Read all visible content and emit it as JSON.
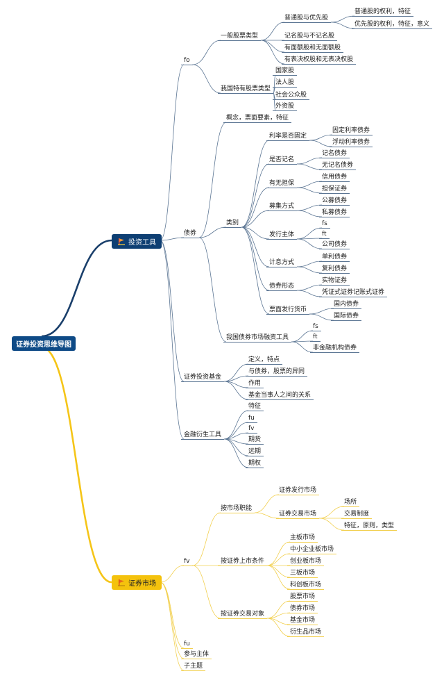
{
  "colors": {
    "blue": "#1a3f6b",
    "yellow": "#f5c518",
    "blue_line": "#5b7593",
    "yellow_line": "#f2d050"
  },
  "root": {
    "label": "证券投资思维导图"
  },
  "branches": [
    {
      "label": "投资工具",
      "color": "blue",
      "icon": "flag-icon",
      "children": [
        {
          "label": "fo",
          "children": [
            {
              "label": "一般股票类型",
              "children": [
                {
                  "label": "普通股与优先股",
                  "children": [
                    {
                      "label": "普通股的权利，特征"
                    },
                    {
                      "label": "优先股的权利，特征，意义"
                    }
                  ]
                },
                {
                  "label": "记名股与不记名股"
                },
                {
                  "label": "有面额股和无面额股"
                },
                {
                  "label": "有表决权股和无表决权股"
                }
              ]
            },
            {
              "label": "我国特有股票类型",
              "children": [
                {
                  "label": "国家股"
                },
                {
                  "label": "法人股"
                },
                {
                  "label": "社会公众股"
                },
                {
                  "label": "外资股"
                }
              ]
            }
          ]
        },
        {
          "label": "债券",
          "children": [
            {
              "label": "概念，票面要素，特征"
            },
            {
              "label": "类别",
              "children": [
                {
                  "label": "利率是否固定",
                  "children": [
                    {
                      "label": "固定利率债券"
                    },
                    {
                      "label": "浮动利率债券"
                    }
                  ]
                },
                {
                  "label": "是否记名",
                  "children": [
                    {
                      "label": "记名债券"
                    },
                    {
                      "label": "无记名债券"
                    }
                  ]
                },
                {
                  "label": "有无担保",
                  "children": [
                    {
                      "label": "信用债券"
                    },
                    {
                      "label": "担保证券"
                    }
                  ]
                },
                {
                  "label": "募集方式",
                  "children": [
                    {
                      "label": "公募债券"
                    },
                    {
                      "label": "私募债券"
                    }
                  ]
                },
                {
                  "label": "发行主体",
                  "children": [
                    {
                      "label": "fs"
                    },
                    {
                      "label": "ft"
                    },
                    {
                      "label": "公司债券"
                    }
                  ]
                },
                {
                  "label": "计息方式",
                  "children": [
                    {
                      "label": "单利债券"
                    },
                    {
                      "label": "复利债券"
                    }
                  ]
                },
                {
                  "label": "债券形态",
                  "children": [
                    {
                      "label": "实物证券"
                    },
                    {
                      "label": "凭证式证券记账式证券"
                    }
                  ]
                },
                {
                  "label": "票面发行货币",
                  "children": [
                    {
                      "label": "国内债券"
                    },
                    {
                      "label": "国际债券"
                    }
                  ]
                }
              ]
            },
            {
              "label": "我国债券市场融资工具",
              "children": [
                {
                  "label": "fs"
                },
                {
                  "label": "ft"
                },
                {
                  "label": "非金融机构债券"
                }
              ]
            }
          ]
        },
        {
          "label": "证券投资基金",
          "children": [
            {
              "label": "定义，特点"
            },
            {
              "label": "与债券，股票的异同"
            },
            {
              "label": "作用"
            },
            {
              "label": "基金当事人之间的关系"
            }
          ]
        },
        {
          "label": "金融衍生工具",
          "children": [
            {
              "label": "特征"
            },
            {
              "label": "fu"
            },
            {
              "label": "fv"
            },
            {
              "label": "期货"
            },
            {
              "label": "远期"
            },
            {
              "label": "期权"
            }
          ]
        }
      ]
    },
    {
      "label": "证券市场",
      "color": "yellow",
      "icon": "flag-icon",
      "children": [
        {
          "label": "fv",
          "children": [
            {
              "label": "按市场职能",
              "children": [
                {
                  "label": "证券发行市场"
                },
                {
                  "label": "证券交易市场",
                  "children": [
                    {
                      "label": "场所"
                    },
                    {
                      "label": "交易制度"
                    },
                    {
                      "label": "特征，原则，类型"
                    }
                  ]
                }
              ]
            },
            {
              "label": "按证券上市条件",
              "children": [
                {
                  "label": "主板市场"
                },
                {
                  "label": "中小企业板市场"
                },
                {
                  "label": "创业板市场"
                },
                {
                  "label": "三板市场"
                },
                {
                  "label": "科创板市场"
                }
              ]
            },
            {
              "label": "按证券交易对象",
              "children": [
                {
                  "label": "股票市场"
                },
                {
                  "label": "债券市场"
                },
                {
                  "label": "基金市场"
                },
                {
                  "label": "衍生品市场"
                }
              ]
            }
          ]
        },
        {
          "label": "fu"
        },
        {
          "label": "参与主体"
        },
        {
          "label": "子主题"
        }
      ]
    }
  ]
}
